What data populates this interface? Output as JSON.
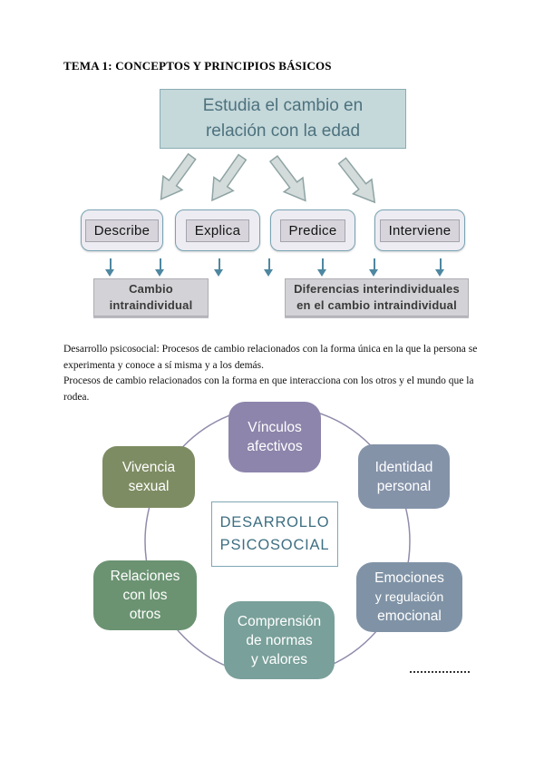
{
  "page": {
    "title": "TEMA 1: CONCEPTOS Y PRINCIPIOS BÁSICOS"
  },
  "flow_diagram": {
    "root_box": {
      "line1": "Estudia el cambio en",
      "line2": "relación con la edad"
    },
    "branch_boxes": [
      "Describe",
      "Explica",
      "Predice",
      "Interviene"
    ],
    "outcome_boxes": [
      {
        "line1": "Cambio",
        "line2": "intraindividual"
      },
      {
        "line1": "Diferencias interindividuales",
        "line2": "en el cambio intraindividual"
      }
    ]
  },
  "body_text": {
    "paragraph1": "Desarrollo psicosocial: Procesos de cambio relacionados con la forma única en la que la persona se experimenta y conoce a sí misma y a los demás.",
    "paragraph2": "Procesos de cambio relacionados con la forma en que interacciona con los otros y el mundo que la rodea."
  },
  "cycle_diagram": {
    "center_box": {
      "line1": "DESARROLLO",
      "line2": "PSICOSOCIAL"
    },
    "nodes": [
      {
        "id": "vinculos-afectivos",
        "line1": "Vínculos",
        "line2": "afectivos",
        "color": "#8d85ab"
      },
      {
        "id": "identidad-personal",
        "line1": "Identidad",
        "line2": "personal",
        "color": "#8593a9"
      },
      {
        "id": "vivencia-sexual",
        "line1": "Vivencia",
        "line2": "sexual",
        "color": "#7e8c63"
      },
      {
        "id": "emociones-regulacion",
        "line1": "Emociones",
        "line2": "y regulación",
        "line3": "emocional",
        "color": "#8093a6"
      },
      {
        "id": "relaciones-otros",
        "line1": "Relaciones",
        "line2": "con los",
        "line3": "otros",
        "color": "#6b9372"
      },
      {
        "id": "comprension-normas",
        "line1": "Comprensión",
        "line2": "de normas",
        "line3": "y valores",
        "color": "#79a09a"
      }
    ]
  },
  "colors": {
    "root_box_bg": "#c5d8da",
    "root_box_border": "#8aacb2",
    "root_box_text": "#4d727e",
    "branch_outer_bg": "#edecf2",
    "branch_border": "#79a3b3",
    "branch_inner_bg": "#d7d5db",
    "big_arrow_fill": "#d3dcdb",
    "big_arrow_stroke": "#8fa3a3",
    "mini_arrow": "#4e87a0",
    "outcome_bg": "#d3d2d6",
    "ellipse_stroke": "#918bab",
    "center_box_text": "#3e6f82"
  }
}
